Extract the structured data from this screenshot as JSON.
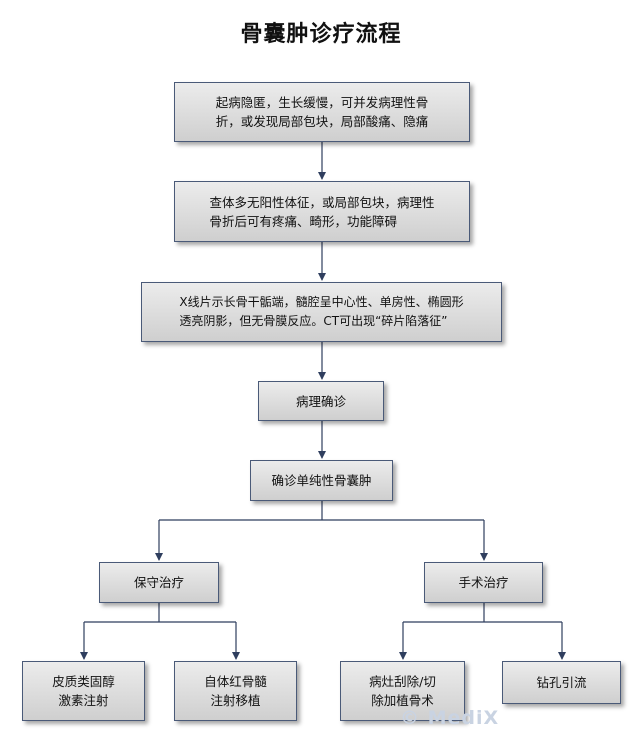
{
  "title": "骨囊肿诊疗流程",
  "colors": {
    "box_border": "#4a5a78",
    "connector": "#2f3e5e",
    "box_fill": "#dcdcdc"
  },
  "nodes": {
    "onset": {
      "lines": [
        "起病隐匿，生长缓慢，可并发病理性骨",
        "折，或发现局部包块，局部酸痛、隐痛"
      ]
    },
    "exam": {
      "lines": [
        "查体多无阳性体征，或局部包块，病理性",
        "骨折后可有疼痛、畸形，功能障碍"
      ]
    },
    "imaging": {
      "lines": [
        "X线片示长骨干骺端，髓腔呈中心性、单房性、椭圆形",
        "透亮阴影，但无骨膜反应。CT可出现“碎片陷落征”"
      ]
    },
    "pathology": {
      "lines": [
        "病理确诊"
      ]
    },
    "diagnosis": {
      "lines": [
        "确诊单纯性骨囊肿"
      ]
    },
    "conservative": {
      "lines": [
        "保守治疗"
      ]
    },
    "surgery": {
      "lines": [
        "手术治疗"
      ]
    },
    "steroid": {
      "lines": [
        "皮质类固醇",
        "激素注射"
      ]
    },
    "marrow": {
      "lines": [
        "自体红骨髓",
        "注射移植"
      ]
    },
    "curettage": {
      "lines": [
        "病灶刮除/切",
        "除加植骨术"
      ]
    },
    "drainage": {
      "lines": [
        "钻孔引流"
      ]
    }
  },
  "watermark": "© MediX"
}
